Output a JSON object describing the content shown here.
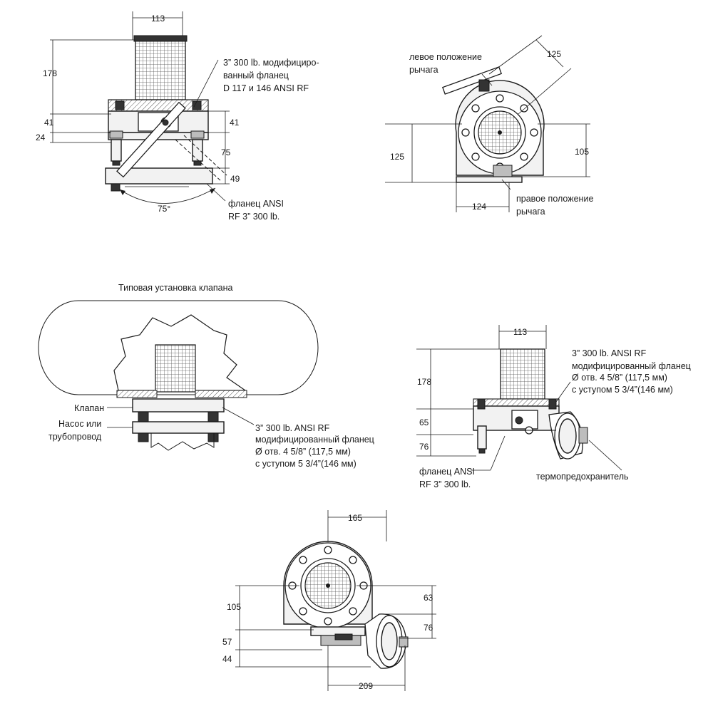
{
  "view_top_left": {
    "dims": {
      "width": "113",
      "height_screen": "178",
      "flange_upper": "41",
      "flange_lower": "24",
      "right_upper": "41",
      "right_mid": "75",
      "right_low": "49",
      "angle": "75°"
    },
    "notes": {
      "flange_top_1": "3” 300 lb.  модифициро-",
      "flange_top_2": "ванный фланец",
      "flange_top_3": "D 117 и 146 ANSI RF",
      "flange_bottom_1": "фланец ANSI",
      "flange_bottom_2": "RF 3” 300 lb."
    }
  },
  "view_top_right": {
    "dims": {
      "lever": "125",
      "left_height": "125",
      "right_height": "105",
      "bottom_width": "124"
    },
    "notes": {
      "left_lever_1": "левое положение",
      "left_lever_2": "рычага",
      "right_lever_1": "правое положение",
      "right_lever_2": "рычага"
    }
  },
  "view_install": {
    "title": "Типовая установка клапана",
    "labels": {
      "valve": "Клапан",
      "pump_1": "Насос или",
      "pump_2": "трубопровод"
    },
    "notes": {
      "line1": "3” 300 lb. ANSI RF",
      "line2": "модифицированный фланец",
      "line3": "Ø отв. 4 5/8” (117,5 мм)",
      "line4": "с уступом 5 3/4”(146 мм)"
    }
  },
  "view_mid_right": {
    "dims": {
      "width": "113",
      "height_screen": "178",
      "flange": "65",
      "lower": "76"
    },
    "notes": {
      "line1": "3” 300 lb. ANSI RF",
      "line2": "модифицированный фланец",
      "line3": "Ø отв. 4 5/8” (117,5 мм)",
      "line4": "с уступом 5 3/4”(146 мм)",
      "flange_1": "фланец ANSI",
      "flange_2": "RF 3” 300 lb.",
      "fuse": "термопредохранитель"
    }
  },
  "view_bottom": {
    "dims": {
      "top": "165",
      "left_105": "105",
      "left_57": "57",
      "left_44": "44",
      "right_63": "63",
      "right_76": "76",
      "bottom": "209"
    }
  }
}
